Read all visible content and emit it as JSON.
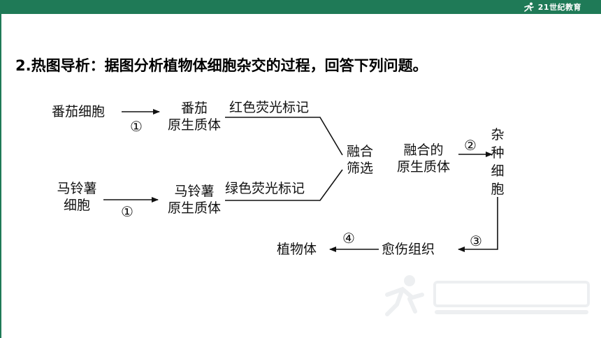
{
  "header": {
    "logo_text": "21世纪教育"
  },
  "question": {
    "text": "2.热图导析：据图分析植物体细胞杂交的过程，回答下列问题。"
  },
  "diagram": {
    "tomato_cell": "番茄细胞",
    "tomato_protoplast_line1": "番茄",
    "tomato_protoplast_line2": "原生质体",
    "red_label": "红色荧光标记",
    "potato_cell_line1": "马铃薯",
    "potato_cell_line2": "细胞",
    "potato_protoplast_line1": "马铃薯",
    "potato_protoplast_line2": "原生质体",
    "green_label": "绿色荧光标记",
    "fuse_line1": "融合",
    "fuse_line2": "筛选",
    "fused_line1": "融合的",
    "fused_line2": "原生质体",
    "hybrid_cell": "杂种细胞",
    "callus": "愈伤组织",
    "plant": "植物体",
    "step1_top": "①",
    "step1_bottom": "①",
    "step2": "②",
    "step3": "③",
    "step4": "④"
  },
  "colors": {
    "accent": "#1f7a57",
    "text": "#111111"
  }
}
